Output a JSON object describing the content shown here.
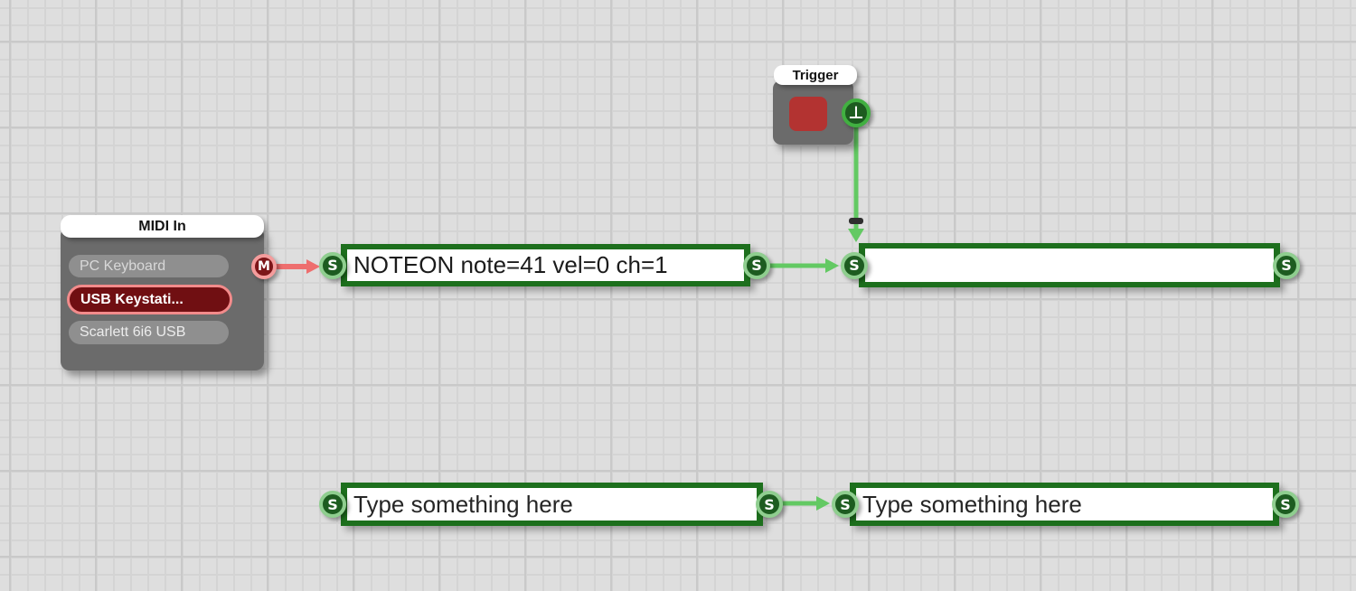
{
  "canvas": {
    "grid": {
      "bg": "#dedede",
      "minor_color": "#d4d4d4",
      "major_color": "#c9c9c9",
      "minor_step": 19,
      "major_step": 95
    }
  },
  "midi_in": {
    "title": "MIDI In",
    "devices": [
      {
        "label": "PC Keyboard",
        "selected": false
      },
      {
        "label": "USB Keystati...",
        "selected": true
      },
      {
        "label": "Scarlett 6i6 USB",
        "selected": false
      }
    ],
    "connector": {
      "glyph": "M",
      "fill": "#7c1518",
      "ring": "#f49c9c"
    }
  },
  "trigger": {
    "title": "Trigger",
    "connector": {
      "glyph": "⊥",
      "fill": "#1d5c20",
      "ring": "#41b041"
    }
  },
  "boxes": {
    "noteon": {
      "value": "NOTEON note=41 vel=0 ch=1"
    },
    "empty": {
      "value": ""
    },
    "type_left": {
      "value": "Type something here"
    },
    "type_right": {
      "value": "Type something here"
    }
  },
  "connector_glyph_s": "S",
  "wires": {
    "midi_to_noteon": {
      "color": "#ee6e6e"
    },
    "noteon_to_empty": {
      "color": "#63c963"
    },
    "trigger_to_empty": {
      "color": "#63c963"
    },
    "typeleft_to_typeright": {
      "color": "#63c963"
    }
  },
  "colors": {
    "box_green": "#1d6f1d",
    "node_gray": "#6b6b6b",
    "selected_pill_fill": "#700f12",
    "selected_pill_border": "#f28b8b",
    "trigger_button_red": "#b33331"
  }
}
